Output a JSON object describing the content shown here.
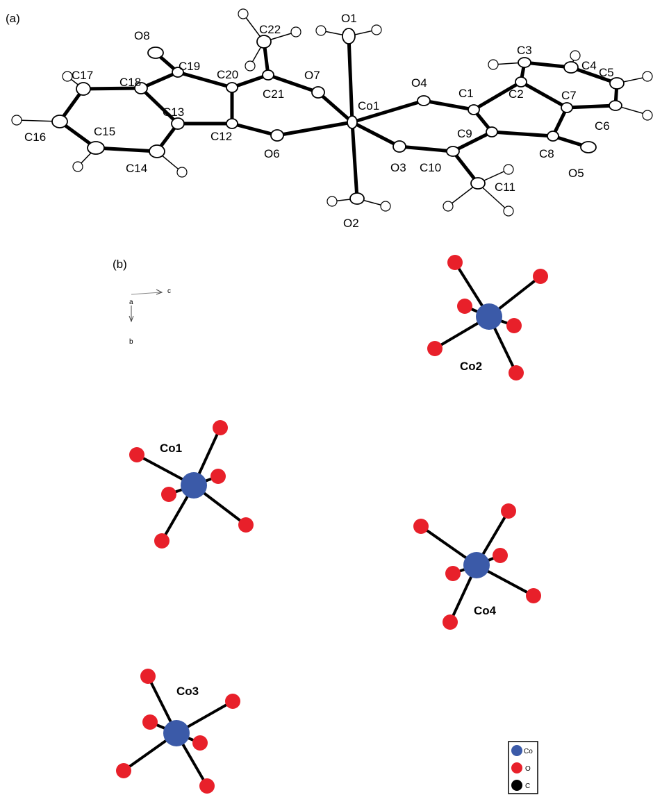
{
  "panel_a": {
    "label": "(a)",
    "atom_labels": [
      "O1",
      "O2",
      "O3",
      "O4",
      "O5",
      "O6",
      "O7",
      "O8",
      "Co1",
      "C1",
      "C2",
      "C3",
      "C4",
      "C5",
      "C6",
      "C7",
      "C8",
      "C9",
      "C10",
      "C11",
      "C12",
      "C13",
      "C14",
      "C15",
      "C16",
      "C17",
      "C18",
      "C19",
      "C20",
      "C21",
      "C22"
    ]
  },
  "panel_b": {
    "label": "(b)",
    "axes": {
      "a": "a",
      "b": "b",
      "c": "c"
    },
    "centers": [
      "Co2",
      "Co1",
      "Co4",
      "Co3"
    ]
  },
  "legend": {
    "items": [
      {
        "label": "Co",
        "color": "#3b5aa8"
      },
      {
        "label": "O",
        "color": "#e8202a"
      },
      {
        "label": "C",
        "color": "#000000"
      }
    ]
  }
}
